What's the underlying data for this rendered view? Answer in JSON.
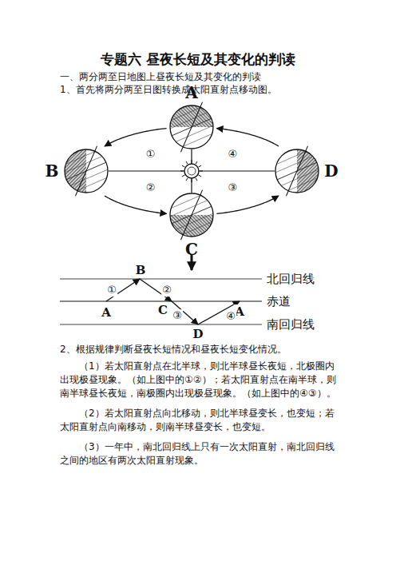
{
  "diagram": {
    "title": "专题六 昼夜长短及其变化的判读",
    "nodes": [
      {
        "text": [
          "A"
        ]
      },
      {
        "text": [
          "B"
        ]
      },
      {
        "text": [
          "C"
        ]
      },
      {
        "text": [
          "D"
        ]
      }
    ],
    "edges": [
      {
        "from": 0,
        "to": 1,
        "arrow": "to",
        "label": "①"
      },
      {
        "from": 1,
        "to": 2,
        "arrow": "to",
        "label": "②"
      },
      {
        "from": 2,
        "to": 3,
        "arrow": "to",
        "label": "③"
      },
      {
        "from": 3,
        "to": 0,
        "arrow": "to",
        "label": "④"
      }
    ],
    "labels": [
      "一、两分两至日地图上昼夜长短及其变化的判读",
      "1、首先将两分两至日图转换成太阳直射点移动图。",
      "A",
      "B",
      "C",
      "D",
      "A",
      "①",
      "②",
      "③",
      "④",
      "北回归线",
      "赤道",
      "南回归线",
      "2、根据规律判断昼夜长短情况和昼夜长短变化情况。",
      "（1）若太阳直射点在北半球，则北半球昼长夜短，北极圈内出现极昼现象。（如上图中的①②）；若太阳直射点在南半球，则南半球昼长夜短，南极圈内出现极昼现象。（如上图中的④③）。",
      "（2）若太阳直射点向北移动，则北半球昼变长，也变短；若太阳直射点向南移动，则南半球昼变长，也变短。",
      "（3）一年中，南北回归线上只有一次太阳直射，南北回归线之间的地区有两次太阳直射现象。"
    ]
  }
}
